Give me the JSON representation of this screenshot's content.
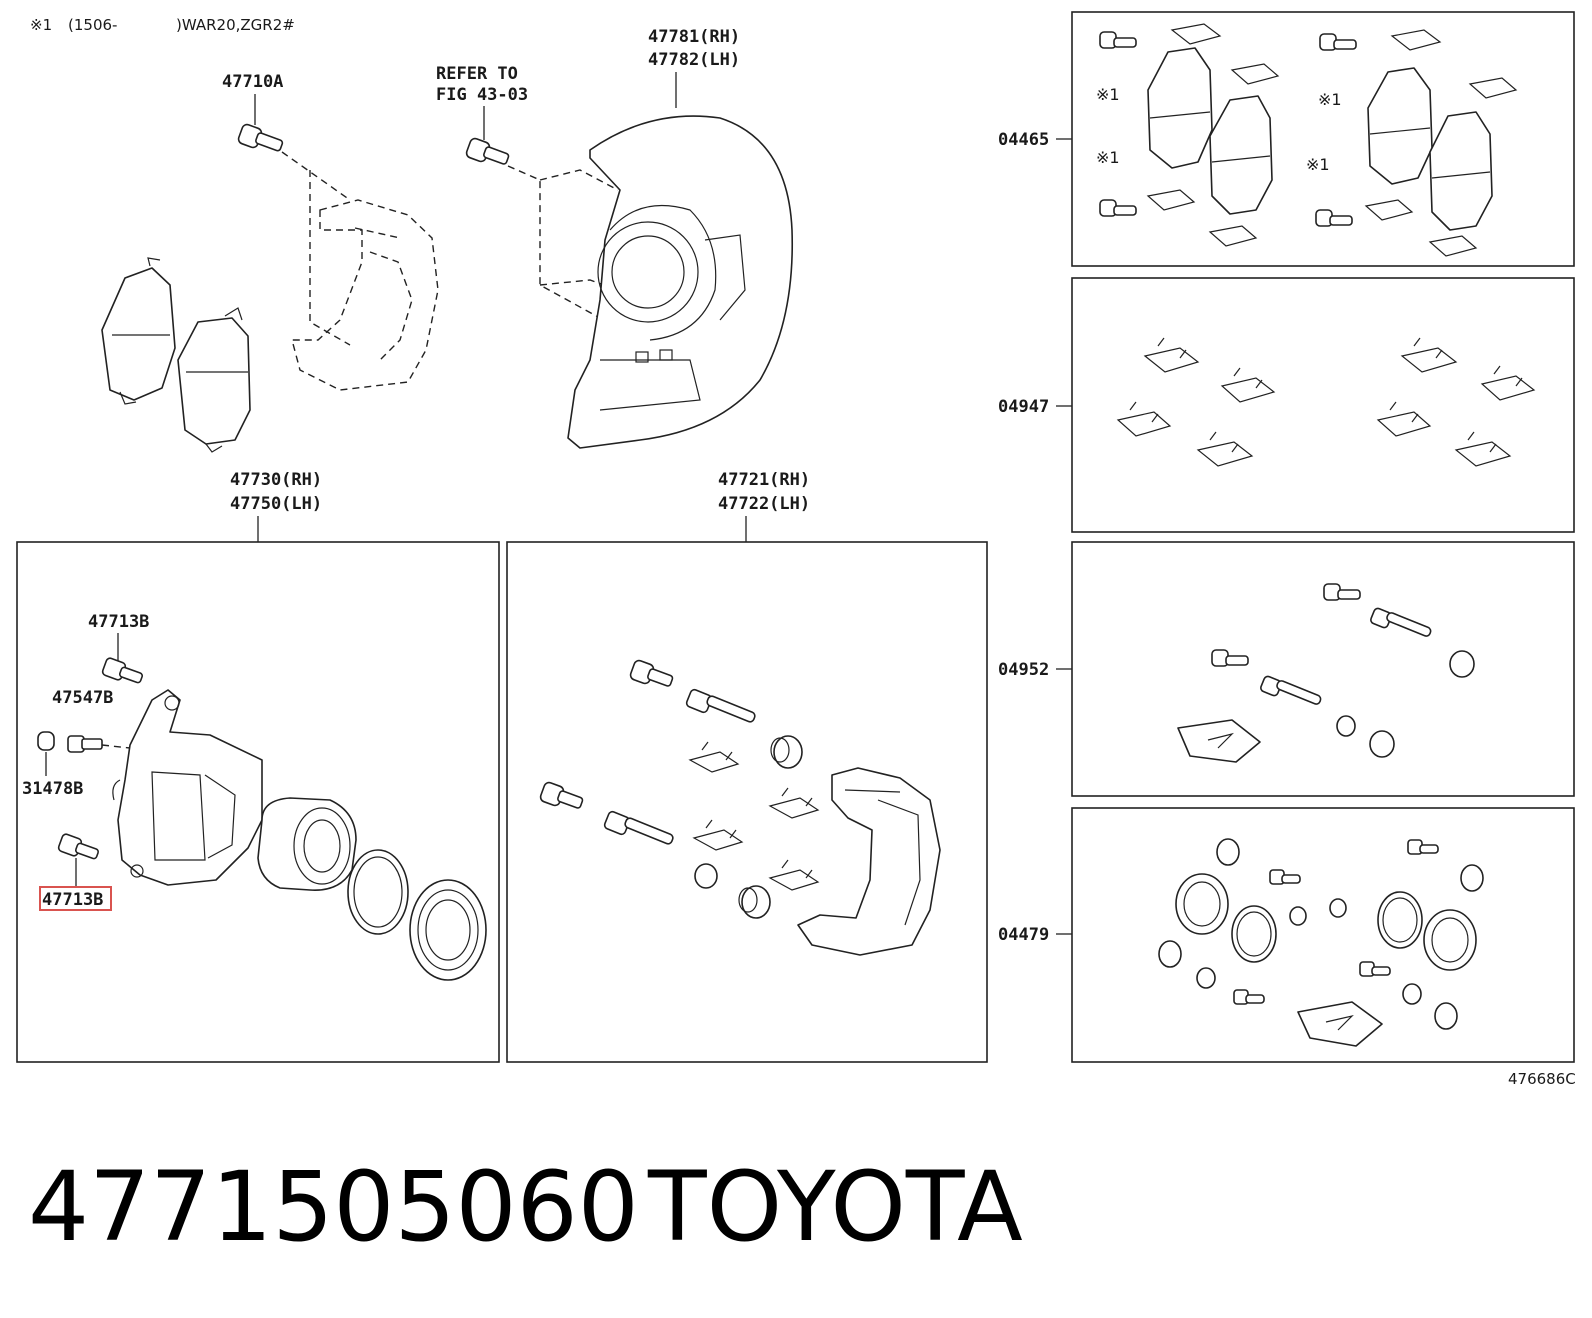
{
  "header": {
    "note_symbol": "※1",
    "note_paren": "(1506-",
    "note_model": ")WAR20,ZGR2#"
  },
  "labels": {
    "p47710A": "47710A",
    "refer_line1": "REFER TO",
    "refer_line2": "FIG 43-03",
    "p47781": "47781(RH)",
    "p47782": "47782(LH)",
    "p47730": "47730(RH)",
    "p47750": "47750(LH)",
    "p47721": "47721(RH)",
    "p47722": "47722(LH)",
    "p47713B_top": "47713B",
    "p47547B": "47547B",
    "p31478B": "31478B",
    "p47713B_highlight": "47713B",
    "k04465": "04465",
    "k04947": "04947",
    "k04952": "04952",
    "k04479": "04479",
    "mark1": "※1",
    "mark2": "※1",
    "mark3": "※1",
    "mark4": "※1",
    "illustration_code": "476686C"
  },
  "footer": {
    "part_number": "4771505060",
    "brand": "TOYOTA"
  },
  "colors": {
    "line": "#222222",
    "highlight": "#d9534f",
    "background": "#ffffff"
  }
}
